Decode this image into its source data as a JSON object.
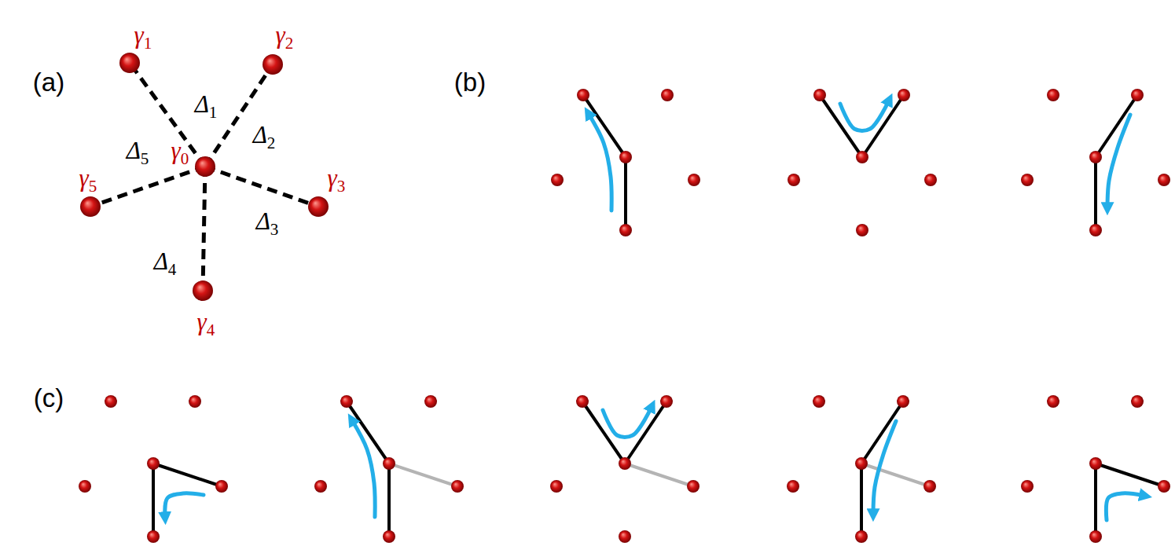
{
  "diagram": {
    "labels": [
      "(a)",
      "γ1",
      "γ2",
      "Δ1",
      "Δ2",
      "γ0",
      "Δ5",
      "γ5",
      "γ3",
      "Δ3",
      "Δ4",
      "γ4",
      "(b)",
      "(c)"
    ]
  }
}
